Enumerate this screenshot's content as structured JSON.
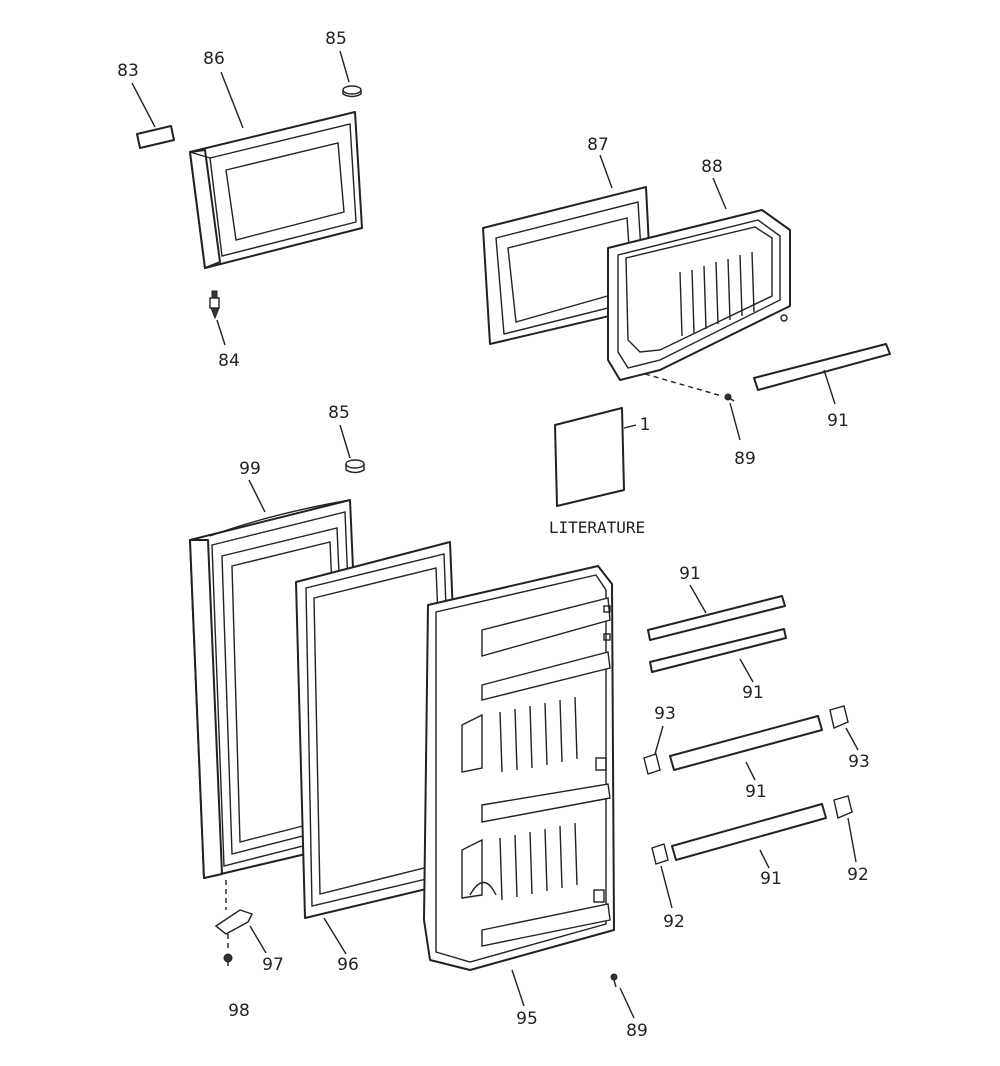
{
  "labels": {
    "l83": "83",
    "l86": "86",
    "l85a": "85",
    "l84": "84",
    "l87": "87",
    "l88": "88",
    "l89a": "89",
    "l91a": "91",
    "l1": "1",
    "literature": "LITERATURE",
    "l85b": "85",
    "l99": "99",
    "l91b": "91",
    "l91c": "91",
    "l91d": "91",
    "l91e": "91",
    "l93a": "93",
    "l93b": "93",
    "l92a": "92",
    "l92b": "92",
    "l97": "97",
    "l98": "98",
    "l96": "96",
    "l95": "95",
    "l89b": "89"
  },
  "colors": {
    "line": "#222222",
    "background": "#ffffff"
  }
}
